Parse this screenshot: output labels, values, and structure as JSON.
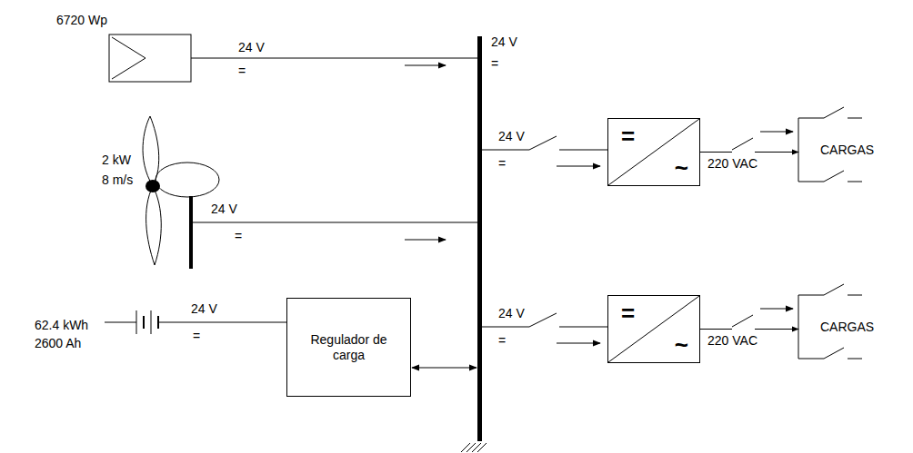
{
  "diagram": {
    "nodes": [
      {
        "text": [
          "=",
          "~"
        ]
      },
      {
        "text": [
          "CARGAS"
        ]
      },
      {
        "text": [
          "Regulador de carga"
        ]
      },
      {
        "text": [
          "=",
          "~"
        ]
      },
      {
        "text": [
          "CARGAS"
        ]
      }
    ],
    "edges": [
      {
        "from": 0,
        "to": 1,
        "arrow": "to"
      },
      {
        "from": 3,
        "to": 4,
        "arrow": "to"
      }
    ],
    "labels": [
      "6720 Wp",
      "24 V",
      "=",
      "24 V",
      "=",
      "2 kW",
      "8 m/s",
      "24 V",
      "=",
      "62.4 kWh",
      "2600 Ah",
      "24 V",
      "=",
      "24 V",
      "=",
      "220 VAC",
      "24 V",
      "=",
      "220 VAC"
    ]
  }
}
